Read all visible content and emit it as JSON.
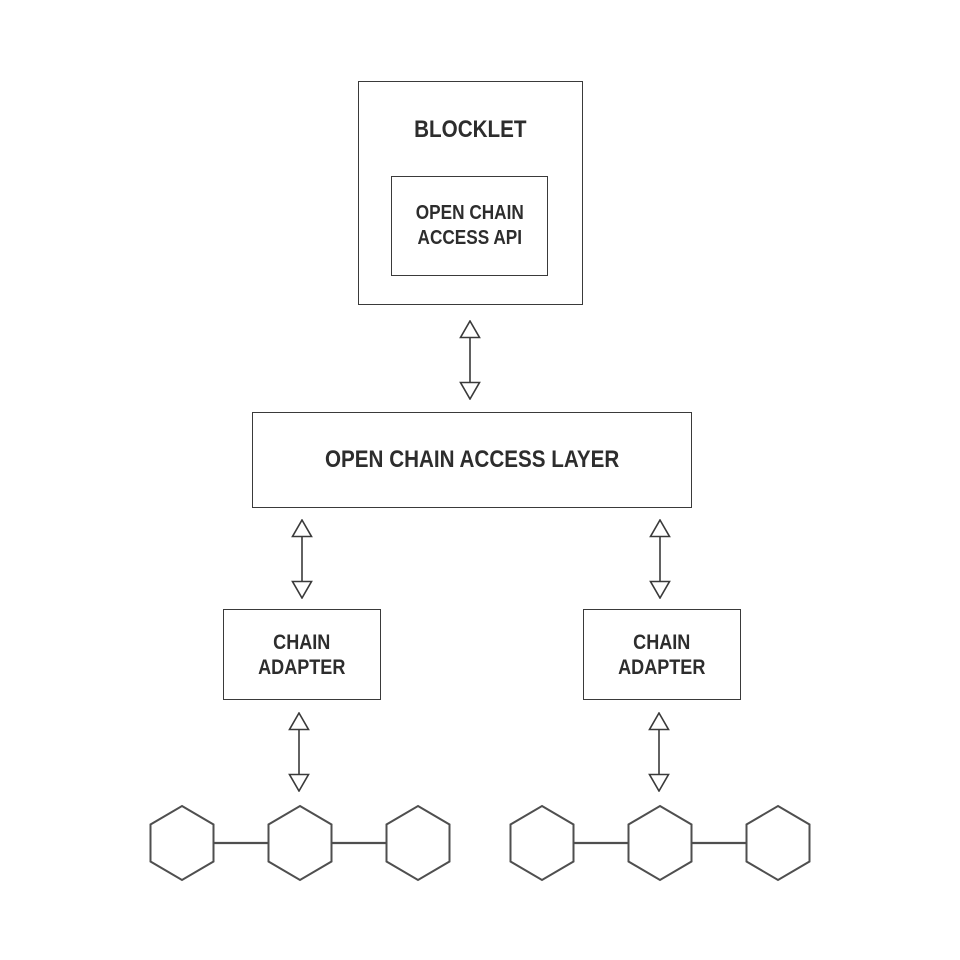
{
  "diagram": {
    "background": "#ffffff",
    "colors": {
      "box_stroke": "#3a3a3a",
      "arrow_stroke": "#3a3a3a",
      "hexagon_stroke": "#4f4f4f",
      "text": "#2d2d2d"
    },
    "nodes": {
      "blocklet": {
        "label": "BLOCKLET"
      },
      "api": {
        "lines": [
          "OPEN CHAIN",
          "ACCESS API"
        ]
      },
      "layer": {
        "label": "OPEN CHAIN ACCESS LAYER"
      },
      "adapter_left": {
        "lines": [
          "CHAIN",
          "ADAPTER"
        ]
      },
      "adapter_right": {
        "lines": [
          "CHAIN",
          "ADAPTER"
        ]
      }
    },
    "chains": [
      {
        "id": "chain-left",
        "hexagon_count": 3
      },
      {
        "id": "chain-right",
        "hexagon_count": 3
      }
    ],
    "connections": [
      {
        "from": "blocklet",
        "to": "open-chain-access-layer",
        "type": "double-arrow"
      },
      {
        "from": "open-chain-access-layer",
        "to": "chain-adapter-left",
        "type": "double-arrow"
      },
      {
        "from": "open-chain-access-layer",
        "to": "chain-adapter-right",
        "type": "double-arrow"
      },
      {
        "from": "chain-adapter-left",
        "to": "chain-left",
        "type": "double-arrow"
      },
      {
        "from": "chain-adapter-right",
        "to": "chain-right",
        "type": "double-arrow"
      }
    ]
  }
}
